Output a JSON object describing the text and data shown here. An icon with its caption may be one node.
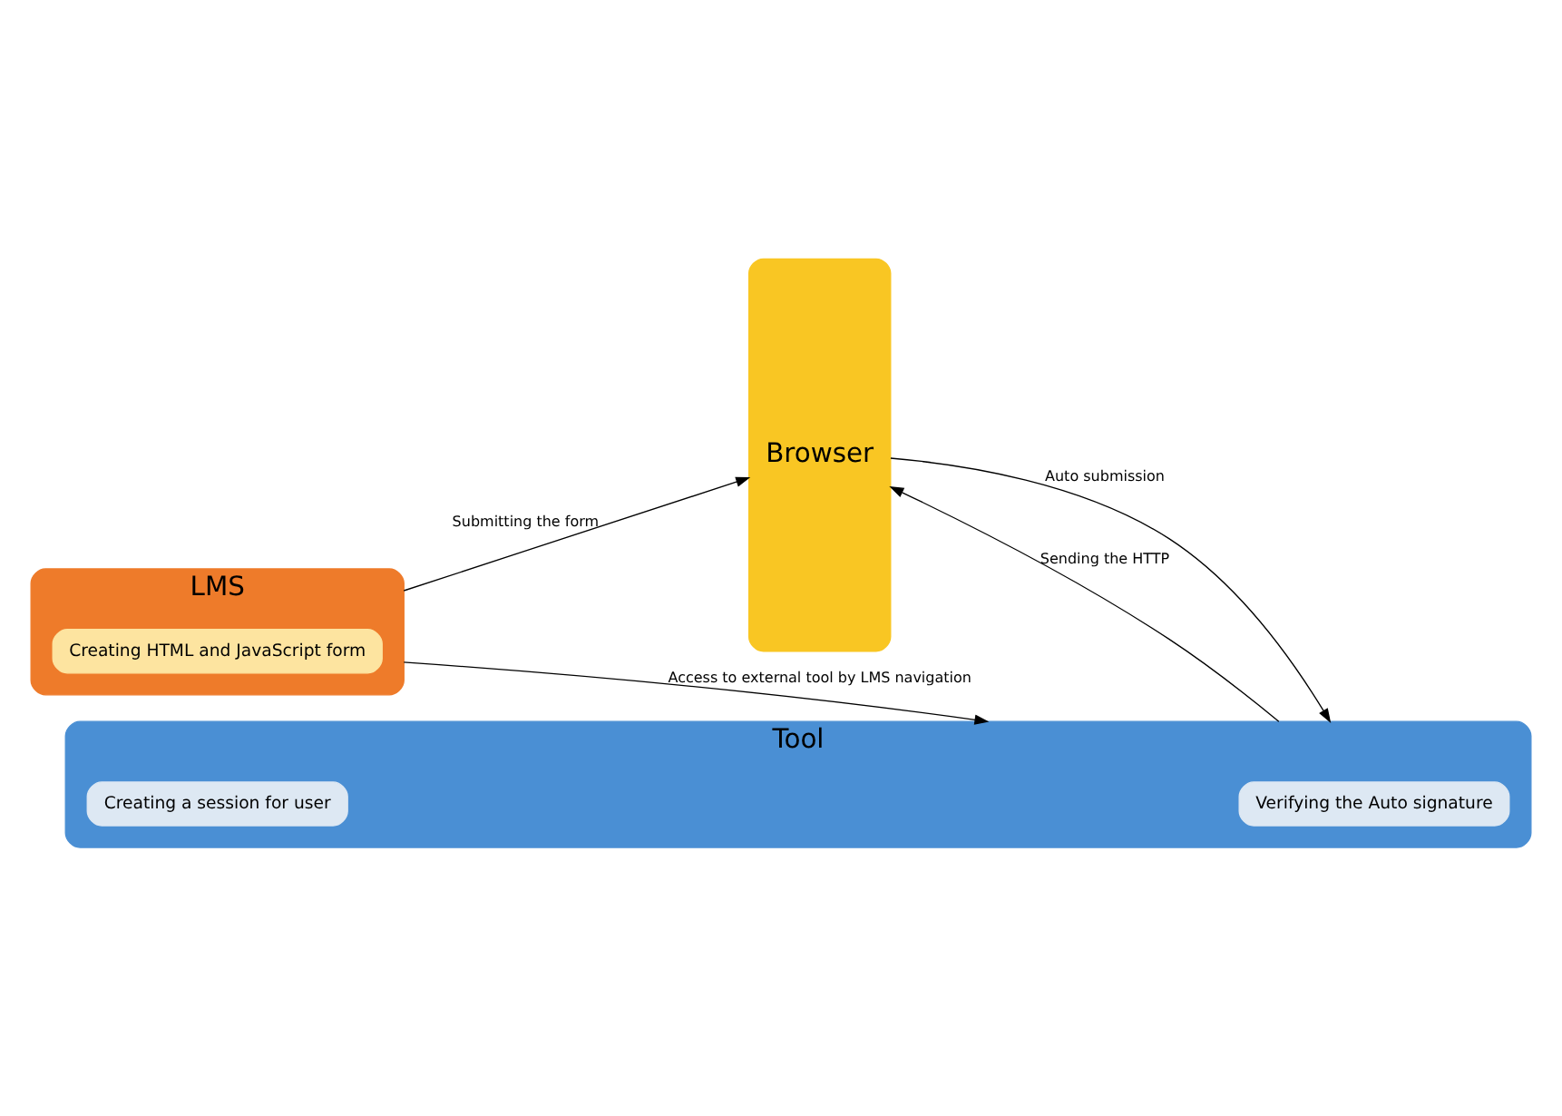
{
  "diagram": {
    "nodes": [
      {
        "text": [
          "LMS"
        ]
      },
      {
        "text": [
          "Creating HTML and JavaScript form"
        ],
        "in": 0
      },
      {
        "text": [
          "Browser"
        ]
      },
      {
        "text": [
          "Tool"
        ]
      },
      {
        "text": [
          "Verifying the Auto signature"
        ],
        "in": 3
      },
      {
        "text": [
          "Creating a session for user"
        ],
        "in": 3
      }
    ],
    "edges": [
      {
        "from": 0,
        "to": 3,
        "arrow": "to",
        "label": "Access to external tool by LMS navigation"
      },
      {
        "from": 0,
        "to": 2,
        "arrow": "to",
        "label": "Submitting the form"
      },
      {
        "from": 2,
        "to": 3,
        "arrow": "to",
        "label": "Auto submission"
      },
      {
        "from": 3,
        "to": 2,
        "arrow": "to",
        "label": "Sending the HTTP"
      }
    ]
  }
}
